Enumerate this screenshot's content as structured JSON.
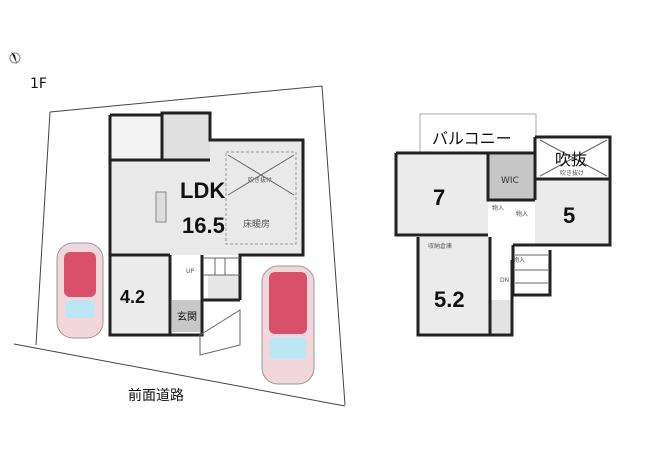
{
  "floor1": {
    "label": "1F",
    "rooms": {
      "ldk_name": "LDK",
      "ldk_size": "16.5",
      "floor_heating": "床暖房",
      "void_note": "吹き抜け",
      "room_size": "4.2",
      "entrance": "玄関",
      "stairs": "UP"
    },
    "road": "前面道路"
  },
  "floor2": {
    "balcony": "バルコニー",
    "void": "吹抜",
    "void_note": "吹き抜け",
    "wic": "WIC",
    "room_a": "7",
    "room_b": "5",
    "room_c": "5.2",
    "closet": "物入",
    "storage": "収納倉庫",
    "stairs": "DN"
  },
  "colors": {
    "room": "#e9e9e9",
    "service": "#c8c8c8",
    "car": "#d9506a"
  }
}
